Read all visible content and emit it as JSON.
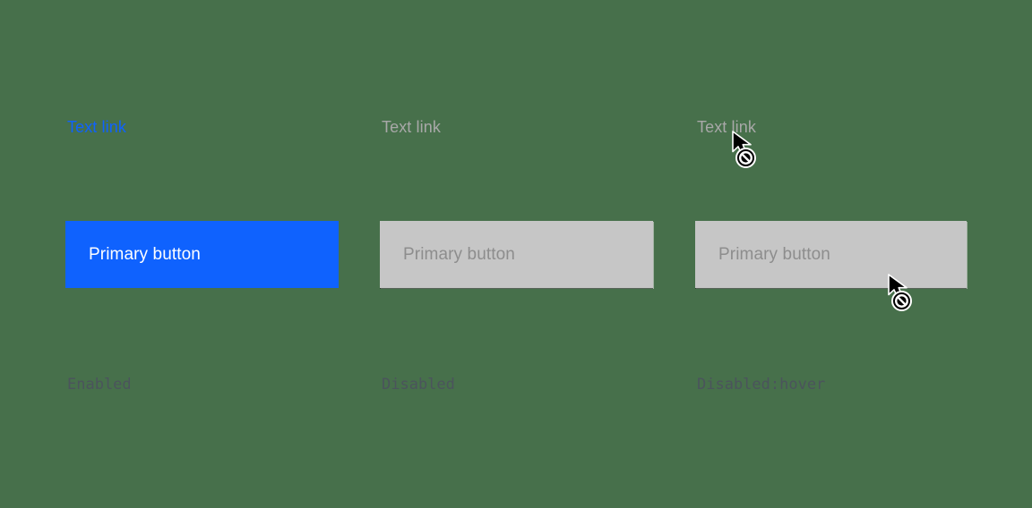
{
  "page": {
    "background_color": "#47704b",
    "description": "Primary button and text link state examples"
  },
  "colors": {
    "link_enabled": "#0f62fe",
    "link_disabled": "#a8a8a8",
    "button_enabled_bg": "#0f62fe",
    "button_enabled_text": "#ffffff",
    "button_disabled_bg": "#c6c6c6",
    "button_disabled_text": "#8d8d8d",
    "state_label_text": "#4b545c"
  },
  "columns": [
    {
      "state": "enabled",
      "text_link": {
        "label": "Text link",
        "color": "#0f62fe"
      },
      "button": {
        "label": "Primary button",
        "bg": "#0f62fe",
        "text_color": "#ffffff"
      },
      "state_label": "Enabled"
    },
    {
      "state": "disabled",
      "text_link": {
        "label": "Text link",
        "color": "#a8a8a8"
      },
      "button": {
        "label": "Primary button",
        "bg": "#c6c6c6",
        "text_color": "#8d8d8d"
      },
      "state_label": "Disabled"
    },
    {
      "state": "disabled-hover",
      "text_link": {
        "label": "Text link",
        "color": "#a8a8a8"
      },
      "button": {
        "label": "Primary button",
        "bg": "#c6c6c6",
        "text_color": "#8d8d8d"
      },
      "state_label": "Disabled:hover",
      "cursor": "not-allowed"
    }
  ]
}
